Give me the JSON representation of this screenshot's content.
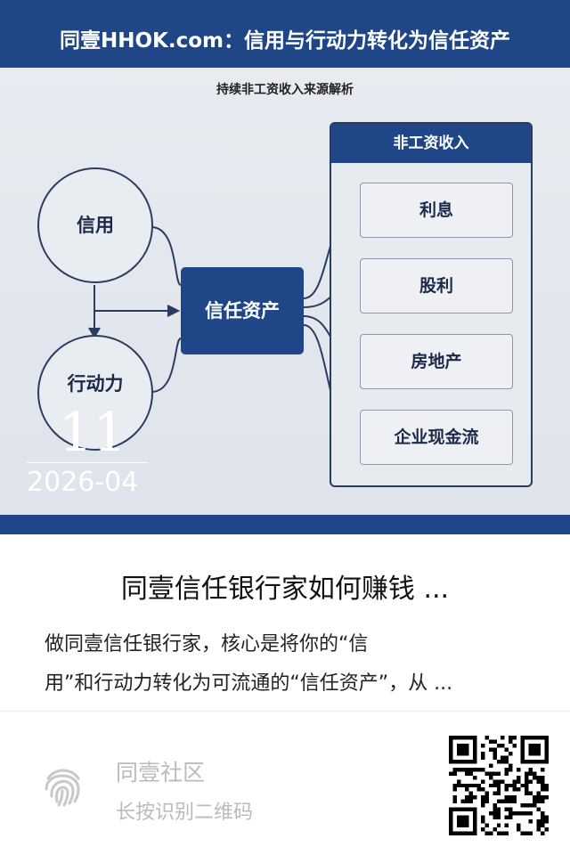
{
  "poster": {
    "header_title": "同壹HHOK.com：信用与行动力转化为信任资产",
    "subtitle": "持续非工资收入来源解析",
    "nodes": {
      "credit": "信用",
      "action": "行动力",
      "trust_asset": "信任资产"
    },
    "panel": {
      "title": "非工资收入",
      "items": [
        "利息",
        "股利",
        "房地产",
        "企业现金流"
      ]
    },
    "colors": {
      "primary": "#1f4687",
      "line": "#2b3c63"
    }
  },
  "date_overlay": {
    "day": "11",
    "year_month": "2026-04"
  },
  "article": {
    "title": "同壹信任银行家如何赚钱 ...",
    "description_lines": [
      "做同壹信任银行家，核心是将你的“信",
      "用”和行动力转化为可流通的“信任资产”，从 ..."
    ]
  },
  "footer": {
    "brand": "同壹社区",
    "hint": "长按识别二维码"
  }
}
